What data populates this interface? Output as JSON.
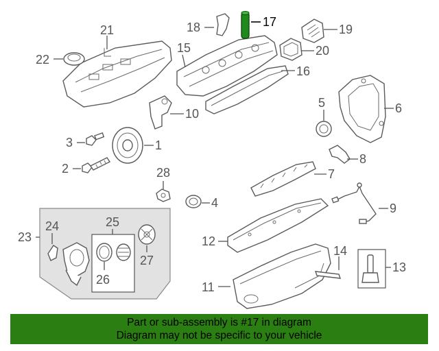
{
  "highlight_part": "17",
  "highlight_color": "#1e8a1e",
  "footer_color": "#2b7e12",
  "callouts": {
    "c1": "1",
    "c2": "2",
    "c3": "3",
    "c4": "4",
    "c5": "5",
    "c6": "6",
    "c7": "7",
    "c8": "8",
    "c9": "9",
    "c10": "10",
    "c11": "11",
    "c12": "12",
    "c13": "13",
    "c14": "14",
    "c15": "15",
    "c16": "16",
    "c17": "17",
    "c18": "18",
    "c19": "19",
    "c20": "20",
    "c21": "21",
    "c22": "22",
    "c23": "23",
    "c24": "24",
    "c25": "25",
    "c26": "26",
    "c27": "27",
    "c28": "28"
  },
  "footer": {
    "line1": "Part or sub-assembly is #17 in diagram",
    "line2": "Diagram may not be specific to your vehicle"
  }
}
